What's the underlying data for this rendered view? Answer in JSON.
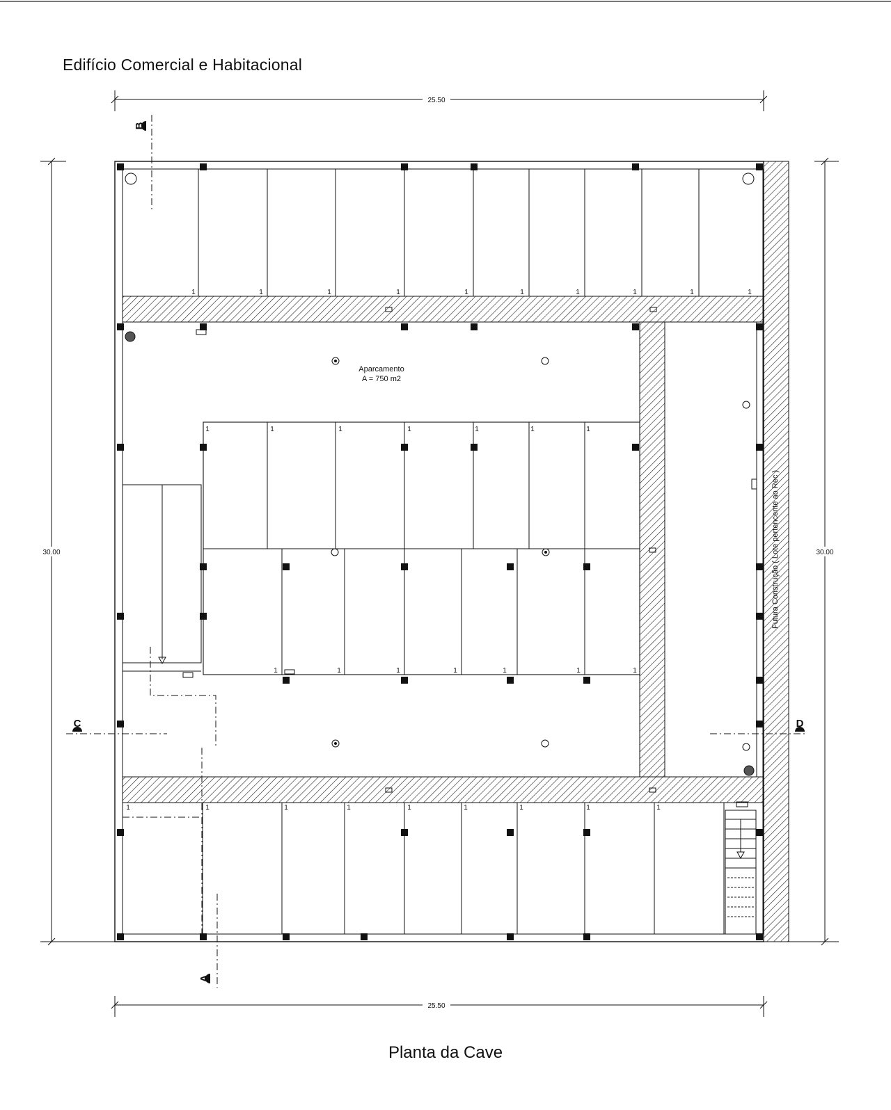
{
  "drawing": {
    "title": "Edifício  Comercial e Habitacional",
    "plan_title": "Planta da Cave",
    "room_label": "Aparcamento",
    "room_area": "A = 750 m2",
    "side_note": "Futura Construção ( Lote pertencente ao Rec )",
    "dim_width_top": "25.50",
    "dim_width_bottom": "25.50",
    "dim_height_left": "30.00",
    "dim_height_right": "30.00",
    "section_a": "A",
    "section_b": "B",
    "section_c": "C",
    "section_d": "D",
    "space_number": "1",
    "colors": {
      "line": "#111111",
      "hatch": "#222222",
      "paper": "#ffffff"
    }
  }
}
